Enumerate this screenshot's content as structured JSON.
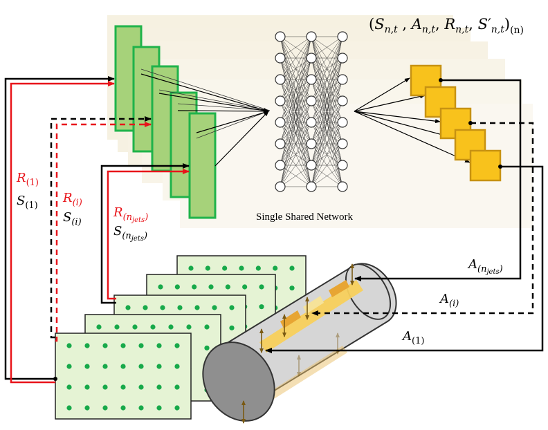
{
  "title": "(S_{n,t}, A_{n,t}, R_{n,t}, S'_{n,t})_{(n)}",
  "title_parts": {
    "open": "(",
    "s": "S",
    "s_sub": "n,t",
    "sep1": " , ",
    "a": "A",
    "a_sub": "n,t",
    "sep2": ", ",
    "r": "R",
    "r_sub": "n,t",
    "sep3": ", ",
    "sp": "S",
    "sp_prime": "′",
    "sp_sub": "n,t",
    "close": ")",
    "outer_sub": "(n)"
  },
  "network_label": "Single Shared Network",
  "inputs": [
    {
      "reward": "R",
      "reward_sub": "(1)",
      "state": "S",
      "state_sub": "(1)"
    },
    {
      "reward": "R",
      "reward_sub": "(i)",
      "state": "S",
      "state_sub": "(i)"
    },
    {
      "reward": "R",
      "reward_sub": "(n",
      "reward_sub_inner": "jets",
      "reward_sub_close": ")",
      "state": "S",
      "state_sub": "(n",
      "state_sub_inner": "jets",
      "state_sub_close": ")"
    }
  ],
  "actions": [
    {
      "a": "A",
      "sub": "(n",
      "sub_inner": "jets",
      "sub_close": ")"
    },
    {
      "a": "A",
      "sub": "(i)"
    },
    {
      "a": "A",
      "sub": "(1)"
    }
  ],
  "colors": {
    "red": "#e8141a",
    "black": "#000000",
    "green_fill": "#a6d27a",
    "green_stroke": "#1fb34a",
    "orange_fill": "#f8c21c",
    "orange_stroke": "#c79212",
    "panel_fill": "#e5f3d4",
    "dot": "#17a94a",
    "band": "#efe4c6",
    "cyl_fill": "#d4d4d4",
    "cyl_end": "#9a9a9a"
  },
  "icons": [
    "neural-network",
    "feature-maps",
    "output-boxes",
    "cylinder",
    "grid-panels",
    "double-arrow"
  ]
}
